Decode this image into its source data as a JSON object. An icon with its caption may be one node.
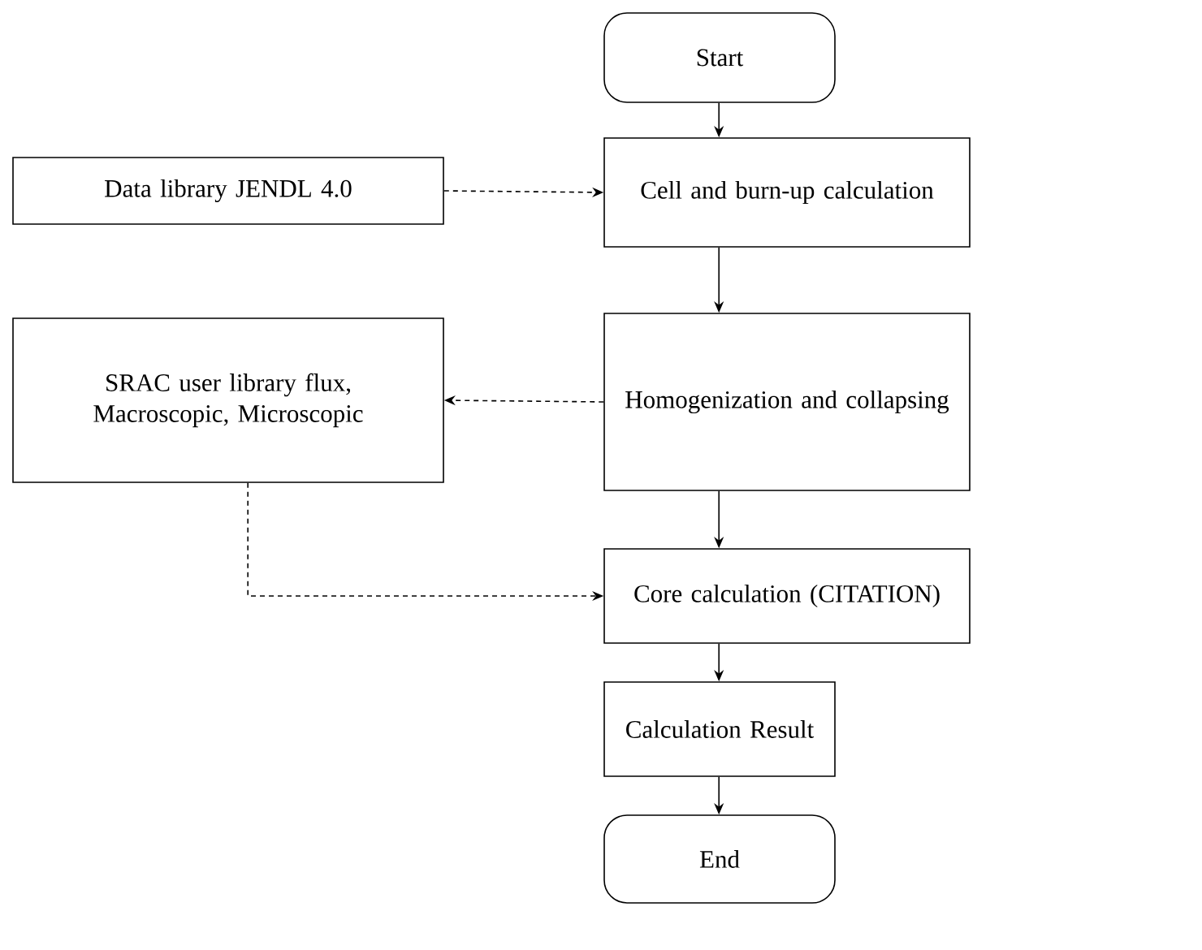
{
  "diagram": {
    "nodes": [
      {
        "text": [
          "Start"
        ]
      },
      {
        "text": [
          "Data library JENDL 4.0"
        ]
      },
      {
        "text": [
          "Cell and burn-up calculation"
        ]
      },
      {
        "text": [
          "SRAC user library flux, Macroscopic, Microscopic"
        ]
      },
      {
        "text": [
          "Homogenization and collapsing"
        ]
      },
      {
        "text": [
          "Core calculation (CITATION)"
        ]
      },
      {
        "text": [
          "Calculation Result"
        ]
      },
      {
        "text": [
          "End"
        ]
      }
    ],
    "edges": [
      {
        "from": 0,
        "to": 2,
        "arrow": "to"
      },
      {
        "from": 1,
        "to": 2,
        "arrow": "to",
        "style": "dashed"
      },
      {
        "from": 2,
        "to": 4,
        "arrow": "to"
      },
      {
        "from": 4,
        "to": 3,
        "arrow": "to",
        "style": "dashed"
      },
      {
        "from": 3,
        "to": 5,
        "arrow": "to",
        "style": "dashed"
      },
      {
        "from": 4,
        "to": 5,
        "arrow": "to"
      },
      {
        "from": 5,
        "to": 6,
        "arrow": "to"
      },
      {
        "from": 6,
        "to": 7,
        "arrow": "to"
      }
    ]
  }
}
